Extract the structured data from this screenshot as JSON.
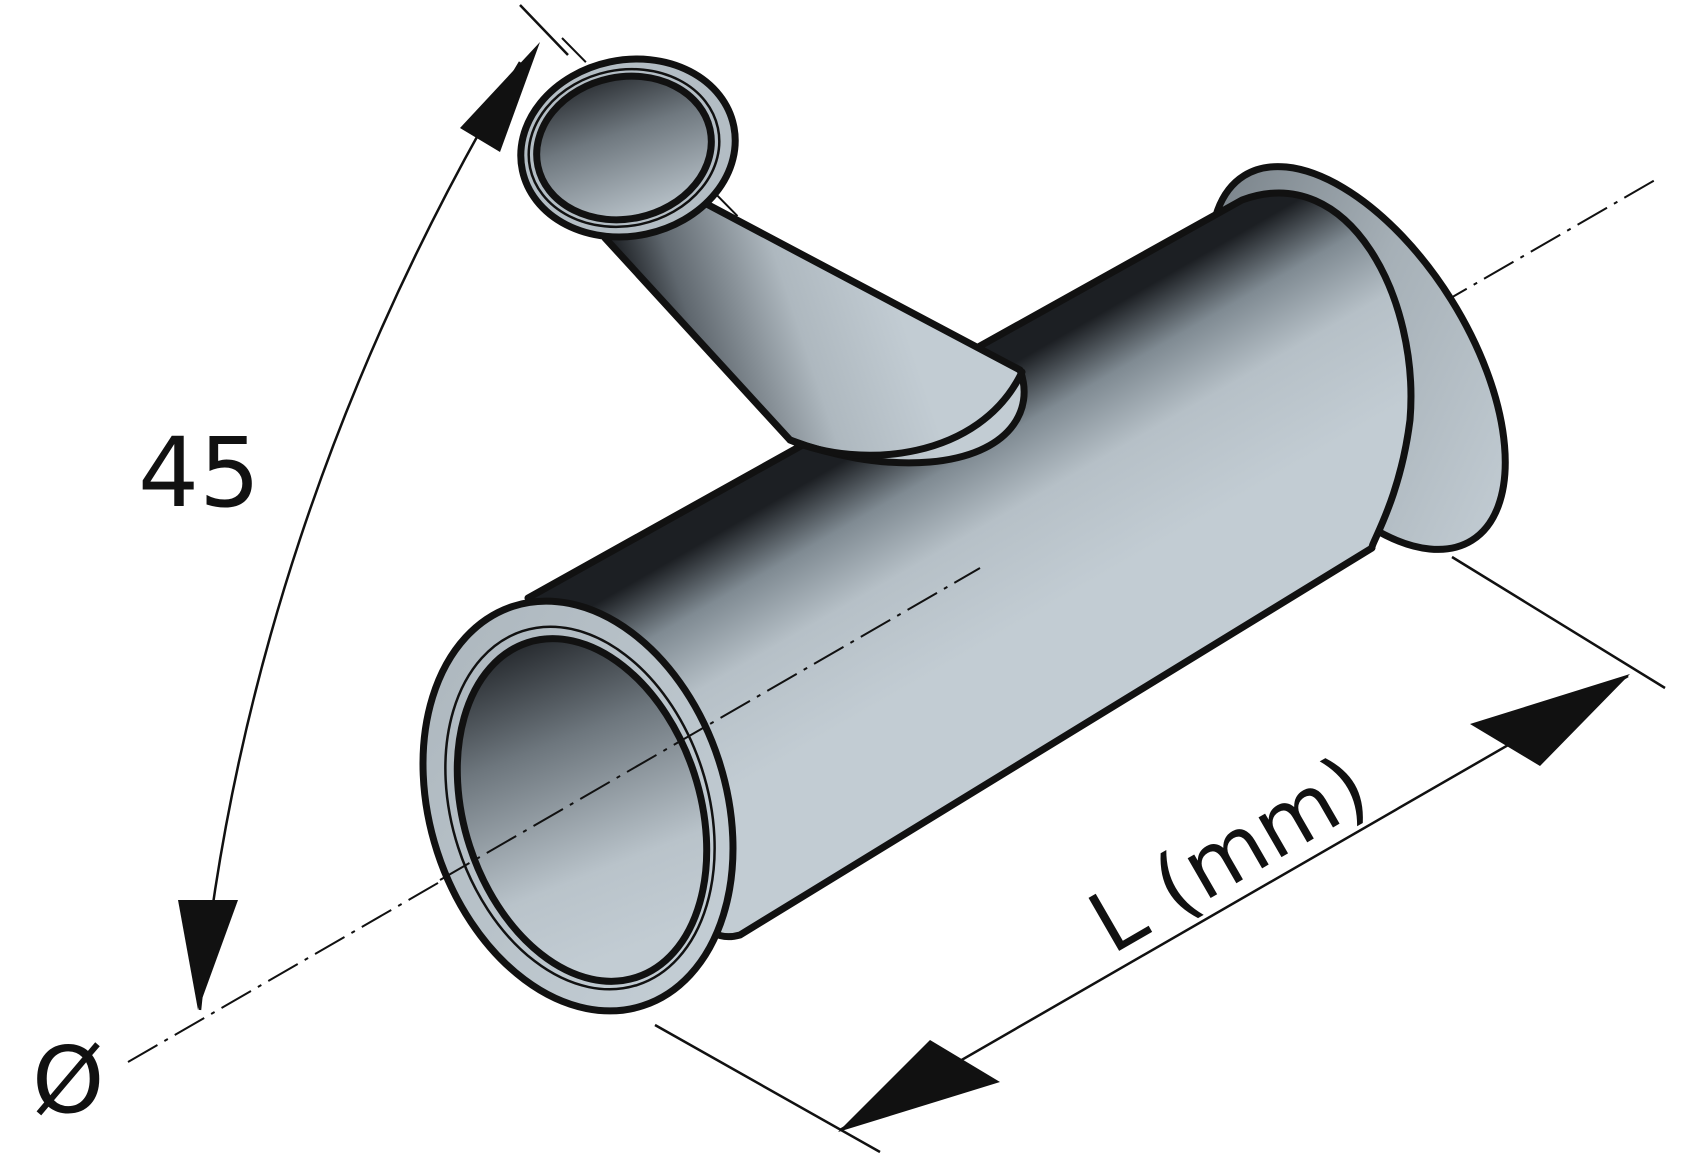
{
  "diagram": {
    "angle_label": "45",
    "length_label": "L (mm)",
    "diameter_symbol": "Ø"
  },
  "colors": {
    "pipe_light": "#bfc9d0",
    "pipe_mid": "#8f9aa2",
    "pipe_dark": "#1f2226",
    "outline": "#111111",
    "background": "#ffffff"
  }
}
